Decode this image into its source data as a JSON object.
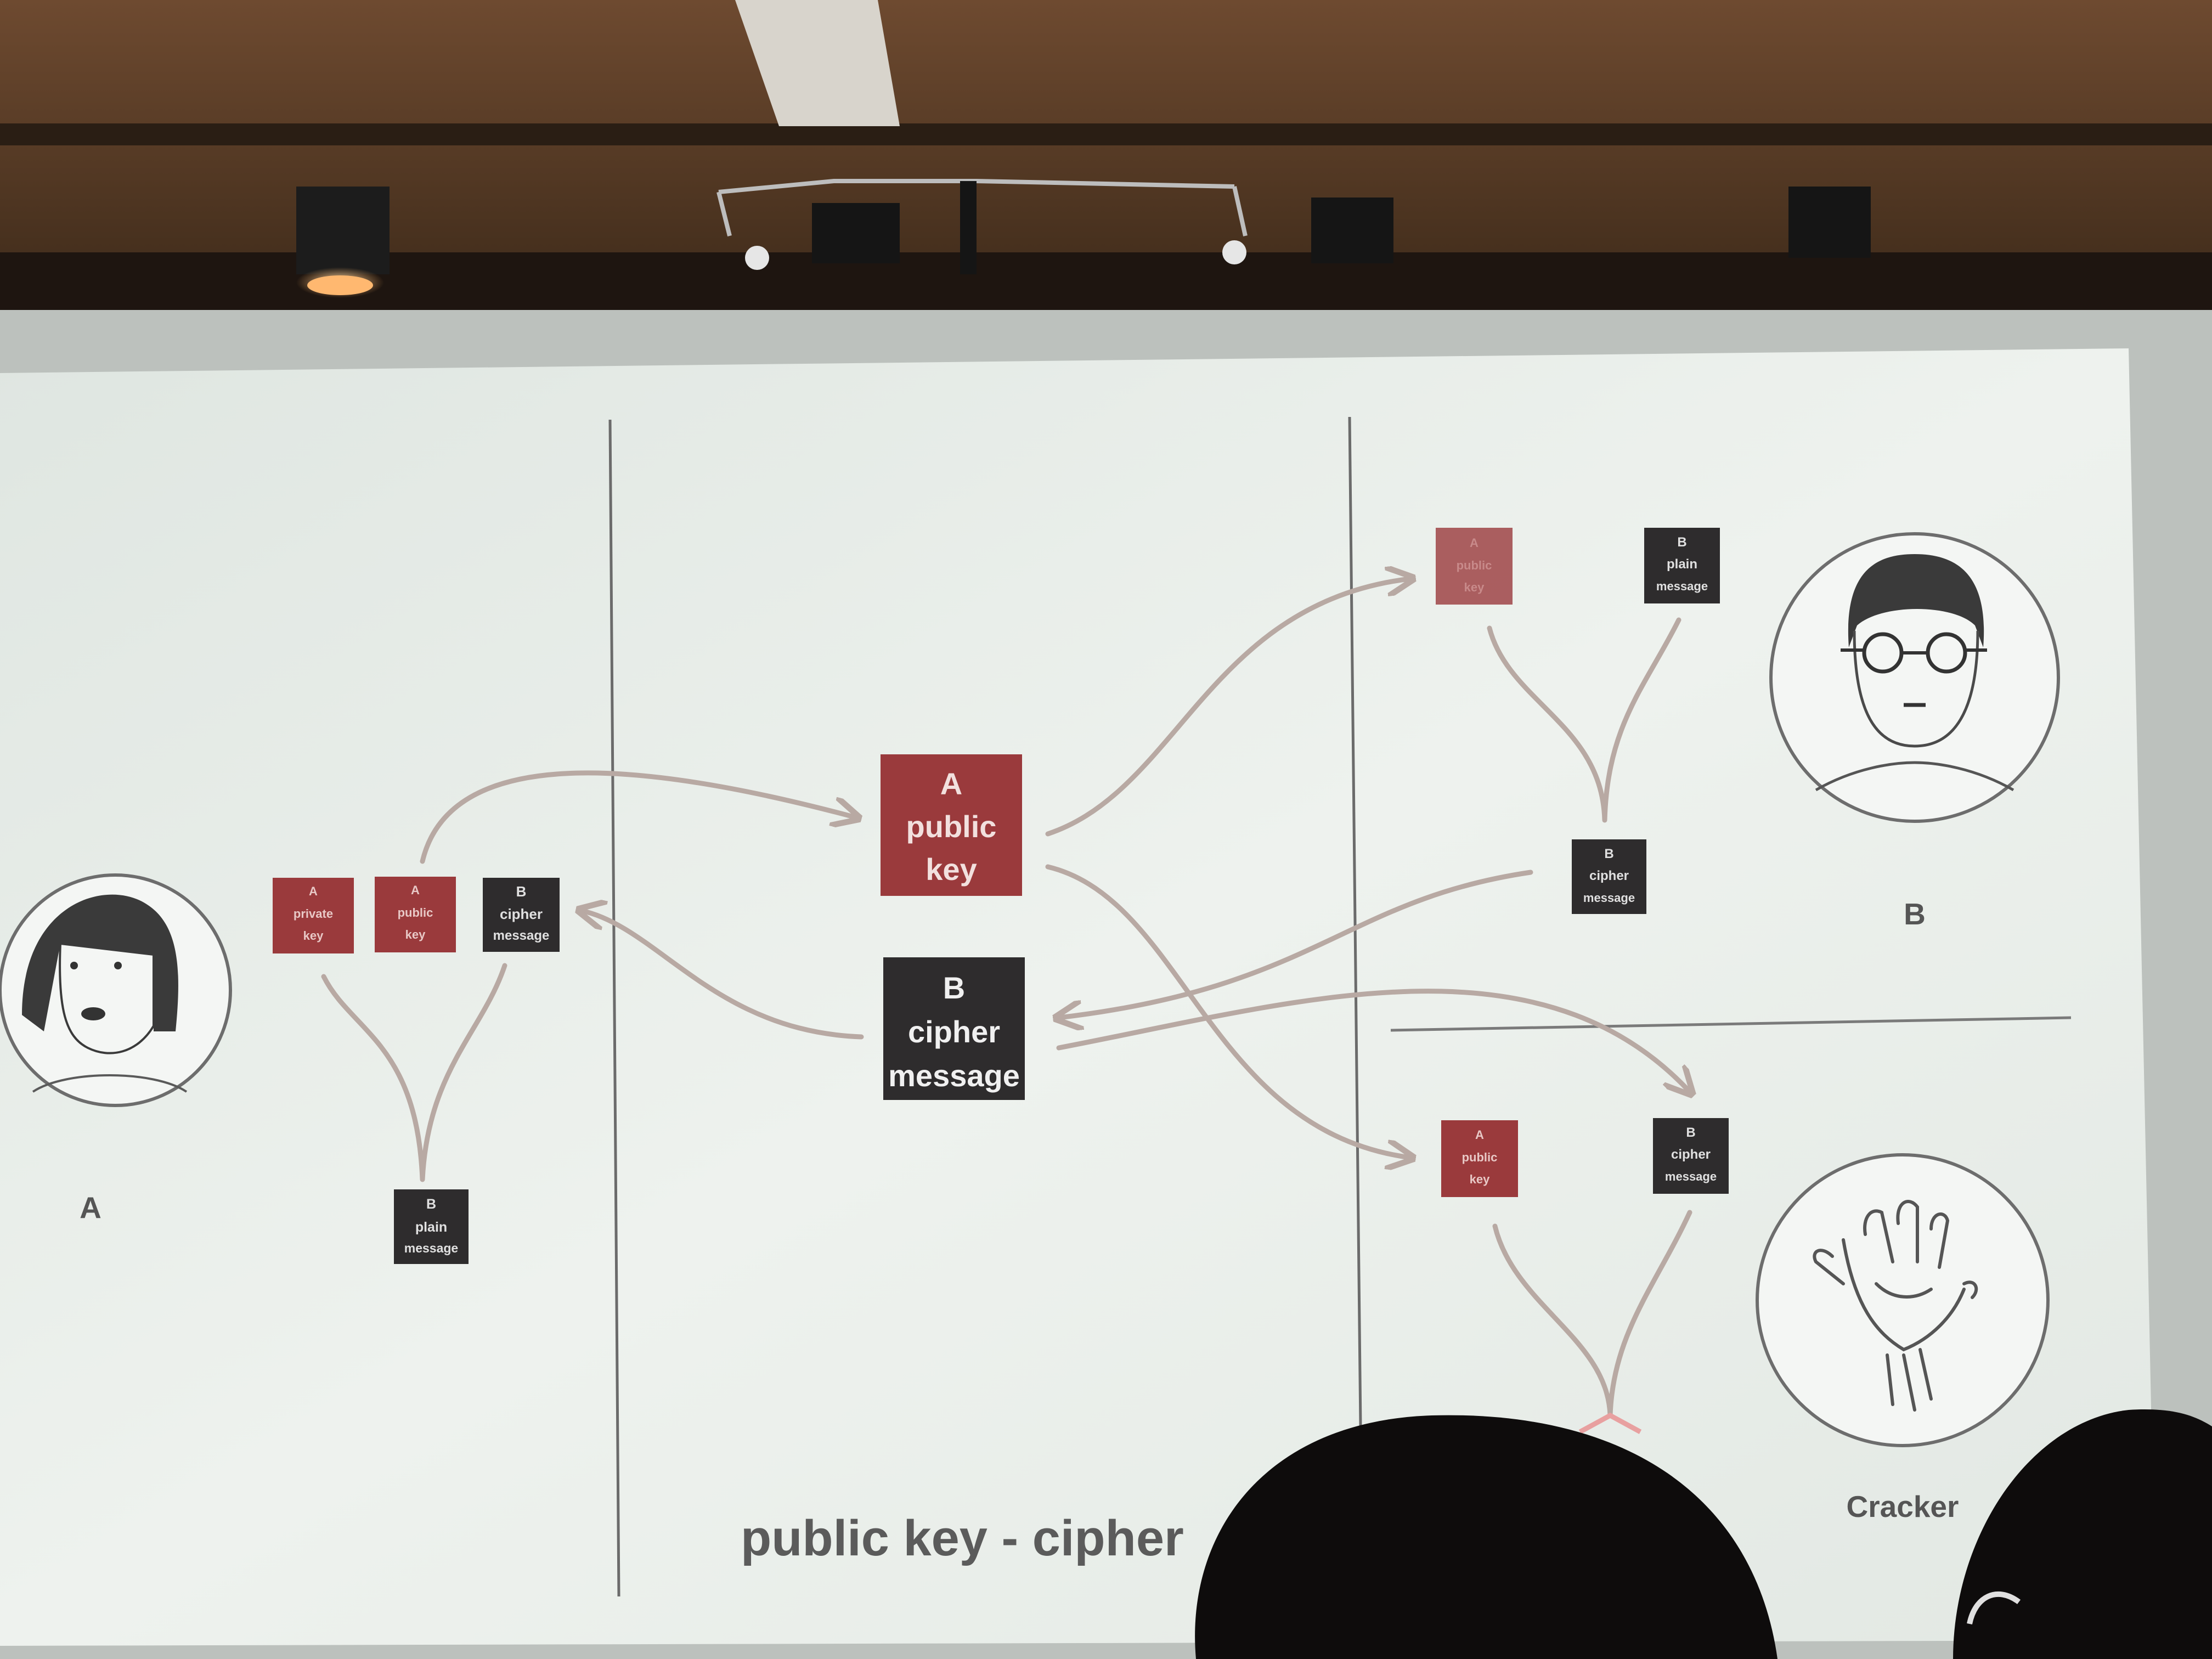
{
  "colors": {
    "red_key": "#9a3a3c",
    "dark_msg": "#2e2c2d",
    "screen": "#e9eeea",
    "arrow": "#b8a9a3",
    "line": "#6b6b6b",
    "wall": "#5a3d2a"
  },
  "left": {
    "person_label": "A",
    "tiles": [
      {
        "lines": [
          "A",
          "private",
          "key"
        ],
        "kind": "key"
      },
      {
        "lines": [
          "A",
          "public",
          "key"
        ],
        "kind": "key"
      },
      {
        "lines": [
          "B",
          "cipher",
          "message"
        ],
        "kind": "msg"
      }
    ],
    "result": {
      "lines": [
        "B",
        "plain",
        "message"
      ]
    }
  },
  "center": {
    "key_box": {
      "lines": [
        "A",
        "public",
        "key"
      ]
    },
    "msg_box": {
      "lines": [
        "B",
        "cipher",
        "message"
      ]
    },
    "caption": "public key - cipher"
  },
  "right_top": {
    "person_label": "B",
    "key_tile": {
      "lines": [
        "A",
        "public",
        "key"
      ]
    },
    "msg_tile": {
      "lines": [
        "B",
        "plain",
        "message"
      ]
    },
    "result": {
      "lines": [
        "B",
        "cipher",
        "message"
      ]
    }
  },
  "right_bottom": {
    "person_label": "Cracker",
    "key_tile": {
      "lines": [
        "A",
        "public",
        "key"
      ]
    },
    "msg_tile": {
      "lines": [
        "B",
        "cipher",
        "message"
      ]
    }
  }
}
